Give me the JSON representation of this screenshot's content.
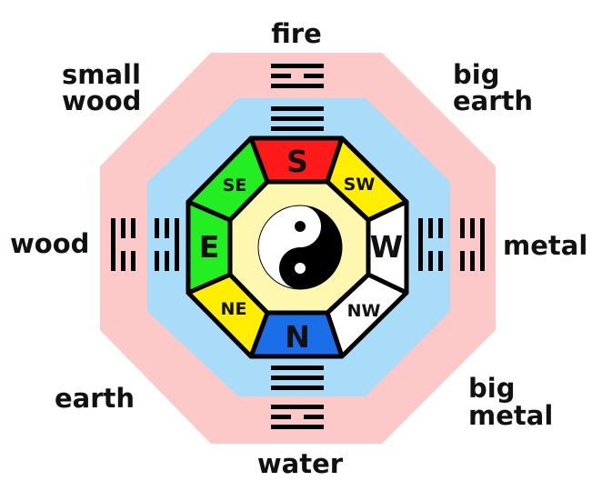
{
  "outer_labels": {
    "top": "fire",
    "top_left": [
      "small",
      "wood"
    ],
    "top_right": [
      "big",
      "earth"
    ],
    "left": "wood",
    "right": "metal",
    "bottom_left": "earth",
    "bottom_right": [
      "big",
      "metal"
    ],
    "bottom": "water"
  },
  "directions": {
    "south": "S",
    "southwest": "SW",
    "west": "W",
    "northwest": "NW",
    "north": "N",
    "northeast": "NE",
    "east": "E",
    "southeast": "SE"
  },
  "colors": {
    "outer_ring": "#fcc8c8",
    "inner_ring": "#a8dcf8",
    "center": "#fdf7b0",
    "south": "#ff1a1a",
    "southwest": "#ffee00",
    "west": "#ffffff",
    "northwest": "#ffffff",
    "north": "#1a6ee8",
    "northeast": "#ffee00",
    "east": "#22ee22",
    "southeast": "#22ee22",
    "ink": "#000000"
  },
  "center_symbol": "yin-yang"
}
